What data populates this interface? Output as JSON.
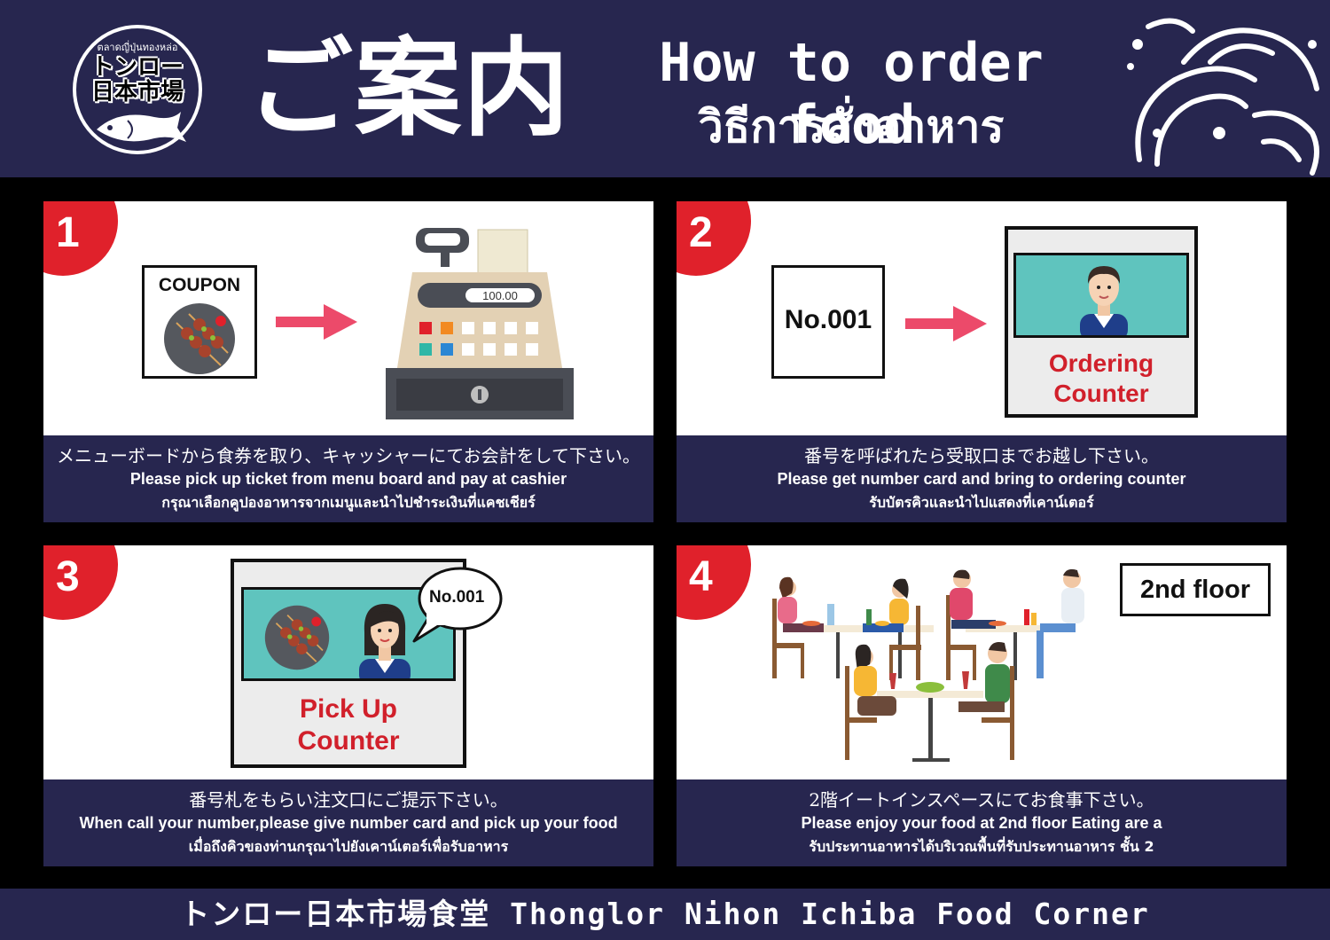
{
  "header": {
    "logo_top_text": "ตลาดญี่ปุ่นทองหล่อ",
    "logo_main_line1": "トンロー",
    "logo_main_line2": "日本市場",
    "title_jp": "ご案内",
    "title_en": "How to order food",
    "title_th": "วิธีการสั่งอาหาร"
  },
  "steps": [
    {
      "number": "1",
      "card_label": "COUPON",
      "display_value": "100.00",
      "caption_jp": "メニューボードから食券を取り、キャッシャーにてお会計をして下さい。",
      "caption_en": "Please pick up ticket from menu board and pay at cashier",
      "caption_th": "กรุณาเลือกคูปองอาหารจากเมนูและนำไปชำระเงินที่แคชเชียร์"
    },
    {
      "number": "2",
      "card_label": "No.001",
      "counter_line1": "Ordering",
      "counter_line2": "Counter",
      "caption_jp": "番号を呼ばれたら受取口までお越し下さい。",
      "caption_en": "Please get number card and bring to ordering counter",
      "caption_th": "รับบัตรคิวและนำไปแสดงที่เคาน์เตอร์"
    },
    {
      "number": "3",
      "bubble_label": "No.001",
      "counter_line1": "Pick Up",
      "counter_line2": "Counter",
      "caption_jp": "番号札をもらい注文口にご提示下さい。",
      "caption_en": "When call your number,please give number card and pick up your food",
      "caption_th": "เมื่อถึงคิวของท่านกรุณาไปยังเคาน์เตอร์เพื่อรับอาหาร"
    },
    {
      "number": "4",
      "floor_label": "2nd floor",
      "caption_jp": "2階イートインスペースにてお食事下さい。",
      "caption_en": "Please enjoy your food at 2nd floor Eating are a",
      "caption_th": "รับประทานอาหารได้บริเวณพื้นที่รับประทานอาหาร ชั้น 2"
    }
  ],
  "footer": {
    "text": "トンロー日本市場食堂 Thonglor Nihon Ichiba Food Corner"
  },
  "colors": {
    "navy": "#27264f",
    "red": "#e0212b",
    "teal": "#5fc4be",
    "arrow": "#ec4a6a"
  }
}
